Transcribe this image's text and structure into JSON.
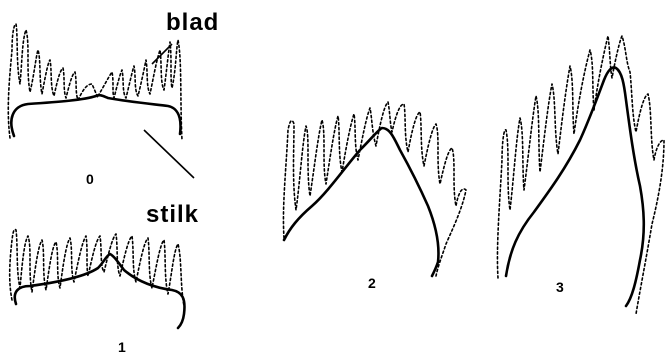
{
  "labels": {
    "blade": "blad",
    "stalk": "stilk"
  },
  "stages": [
    {
      "label": "0"
    },
    {
      "label": "1"
    },
    {
      "label": "2"
    },
    {
      "label": "3"
    }
  ]
}
